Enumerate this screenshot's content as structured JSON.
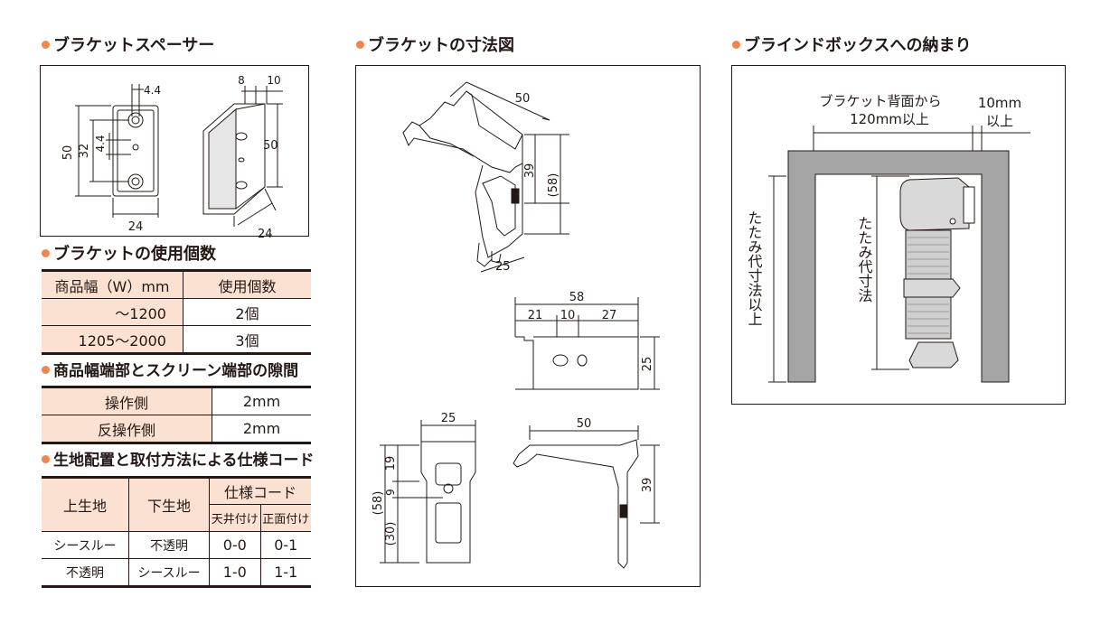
{
  "colors": {
    "accent": "#f08650",
    "header_fill": "#fbe1d1",
    "line": "#231815",
    "box_gray": "#a5a5a5"
  },
  "sections": {
    "spacer": {
      "title": "ブラケットスペーサー"
    },
    "dimension": {
      "title": "ブラケットの寸法図"
    },
    "box": {
      "title": "ブラインドボックスへの納まり"
    },
    "usage": {
      "title": "ブラケットの使用個数"
    },
    "gap": {
      "title": "商品幅端部とスクリーン端部の隙間"
    },
    "code": {
      "title": "生地配置と取付方法による仕様コード"
    }
  },
  "usage_table": {
    "headers": [
      "商品幅（W）mm",
      "使用個数"
    ],
    "rows": [
      [
        "～1200",
        "2個"
      ],
      [
        "1205～2000",
        "3個"
      ]
    ]
  },
  "gap_table": {
    "rows": [
      [
        "操作側",
        "2mm"
      ],
      [
        "反操作側",
        "2mm"
      ]
    ]
  },
  "code_table": {
    "h_upper": "上生地",
    "h_lower": "下生地",
    "h_code": "仕様コード",
    "h_ceiling": "天井付け",
    "h_front": "正面付け",
    "rows": [
      [
        "シースルー",
        "不透明",
        "0-0",
        "0-1"
      ],
      [
        "不透明",
        "シースルー",
        "1-0",
        "1-1"
      ]
    ]
  },
  "spacer_dims": {
    "d_4_4_top": "4.4",
    "d_4_4_mid": "4.4",
    "d_50": "50",
    "d_32": "32",
    "d_24_front": "24",
    "d_8": "8",
    "d_10": "10",
    "d_50_side": "50",
    "d_24_side": "24"
  },
  "bracket_dims": {
    "iso_50": "50",
    "iso_39": "39",
    "iso_58": "(58)",
    "iso_25": "25",
    "top_58": "58",
    "top_21": "21",
    "top_10": "10",
    "top_27": "27",
    "top_25": "25",
    "front_25": "25",
    "front_19": "19",
    "front_9": "9",
    "front_58": "(58)",
    "front_30": "(30)",
    "side_50": "50",
    "side_39": "39"
  },
  "box_labels": {
    "back_line1": "ブラケット背面から",
    "back_line2": "120mm以上",
    "gap_line1": "10mm",
    "gap_line2": "以上",
    "fold_left": "たたみ代寸法以上",
    "fold_inner": "たたみ代寸法"
  }
}
